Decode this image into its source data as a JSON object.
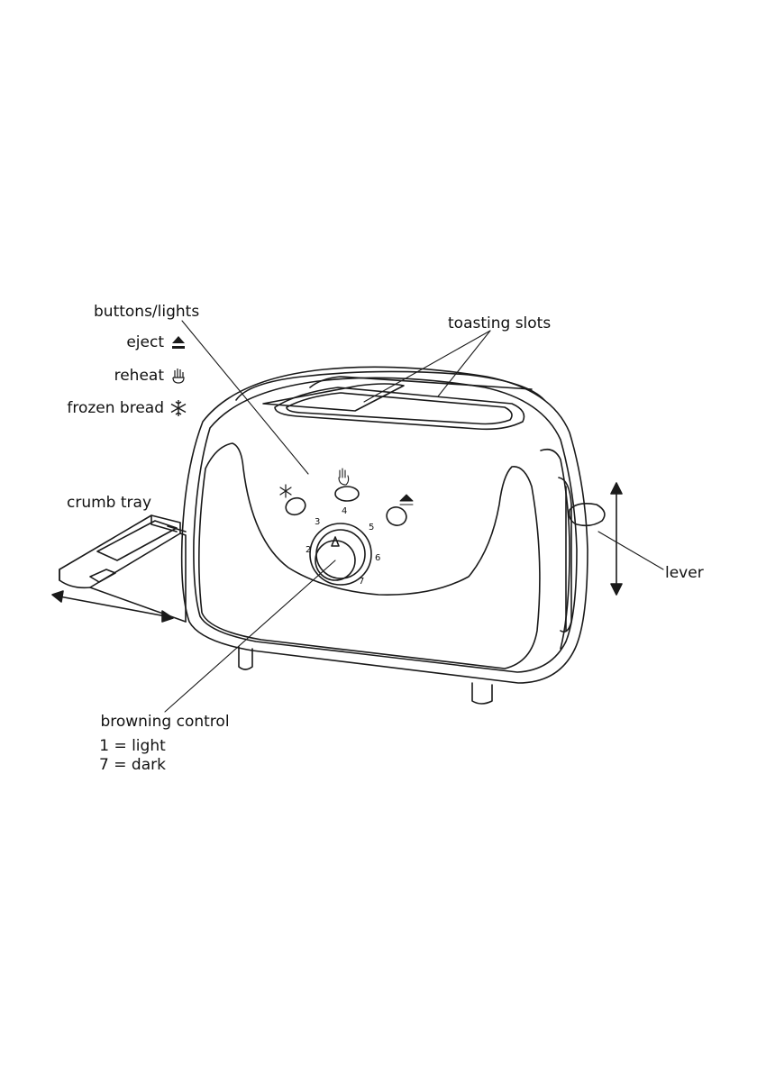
{
  "labels": {
    "buttons_lights": "buttons/lights",
    "eject": "eject",
    "reheat": "reheat",
    "frozen_bread": "frozen bread",
    "toasting_slots": "toasting slots",
    "crumb_tray": "crumb tray",
    "lever": "lever",
    "browning_control": "browning control",
    "light_note": "1 = light",
    "dark_note": "7 = dark"
  },
  "dial_numbers": [
    "2",
    "3",
    "4",
    "5",
    "6",
    "7"
  ],
  "icons": {
    "eject": "eject-icon",
    "reheat": "reheat-hand-icon",
    "frozen": "snowflake-icon"
  },
  "colors": {
    "line": "#1a1a1a",
    "background": "#ffffff"
  }
}
